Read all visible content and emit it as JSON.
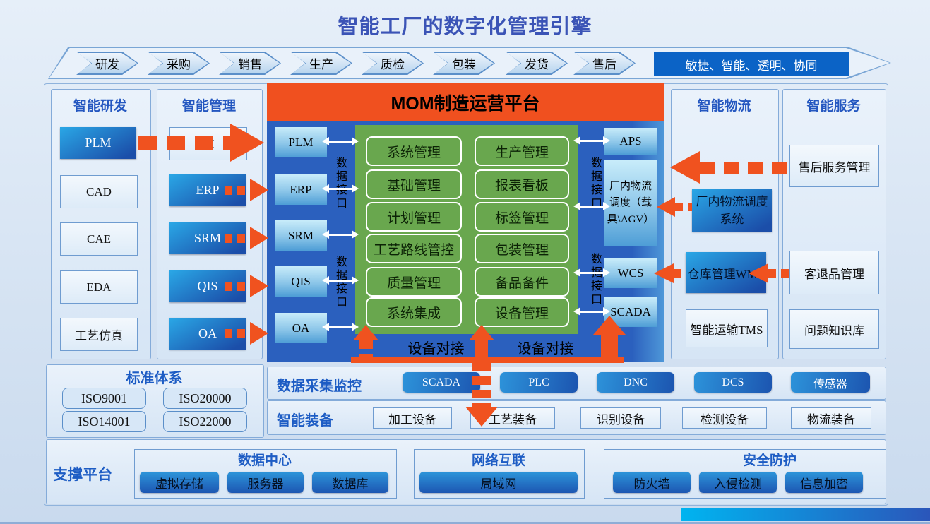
{
  "title": "智能工厂的数字化管理引擎",
  "flow": {
    "steps": [
      "研发",
      "采购",
      "销售",
      "生产",
      "质检",
      "包装",
      "发货",
      "售后"
    ],
    "slogan": "敏捷、智能、透明、协同"
  },
  "research": {
    "title": "智能研发",
    "items": [
      "PLM",
      "CAD",
      "CAE",
      "EDA",
      "工艺仿真"
    ]
  },
  "management": {
    "title": "智能管理",
    "items": [
      "BI",
      "ERP",
      "SRM",
      "QIS",
      "OA"
    ]
  },
  "mom": {
    "title": "MOM制造运营平台",
    "left_modules": [
      "PLM",
      "ERP",
      "SRM",
      "QIS",
      "OA"
    ],
    "data_interface": "数据接口",
    "core_left": [
      "系统管理",
      "基础管理",
      "计划管理",
      "工艺路线管控",
      "质量管理",
      "系统集成"
    ],
    "core_right": [
      "生产管理",
      "报表看板",
      "标签管理",
      "包装管理",
      "备品备件",
      "设备管理"
    ],
    "right_modules": [
      "APS",
      "厂内物流调度（载具\\AGV）",
      "WCS",
      "SCADA"
    ],
    "device_link": "设备对接"
  },
  "logistics": {
    "title": "智能物流",
    "items": [
      "厂内物流调度系统",
      "仓库管理WMS",
      "智能运输TMS"
    ]
  },
  "service": {
    "title": "智能服务",
    "items": [
      "售后服务管理",
      "客退品管理",
      "问题知识库"
    ]
  },
  "standards": {
    "title": "标准体系",
    "items": [
      "ISO9001",
      "ISO20000",
      "ISO14001",
      "ISO22000"
    ]
  },
  "daq": {
    "title": "数据采集监控",
    "items": [
      "SCADA",
      "PLC",
      "DNC",
      "DCS",
      "传感器"
    ]
  },
  "equipment": {
    "title": "智能装备",
    "items": [
      "加工设备",
      "工艺装备",
      "识别设备",
      "检测设备",
      "物流装备"
    ]
  },
  "support": {
    "title": "支撑平台",
    "groups": [
      {
        "title": "数据中心",
        "items": [
          "虚拟存储",
          "服务器",
          "数据库"
        ]
      },
      {
        "title": "网络互联",
        "items": [
          "局域网"
        ]
      },
      {
        "title": "安全防护",
        "items": [
          "防火墙",
          "入侵检测",
          "信息加密"
        ]
      }
    ]
  },
  "colors": {
    "orange": "#f0501f",
    "mom_blue": "#2b60be",
    "green": "#69a74e",
    "slogan_blue": "#0b63c6",
    "title_blue": "#3b54b6",
    "label_blue": "#1d5cc4"
  }
}
